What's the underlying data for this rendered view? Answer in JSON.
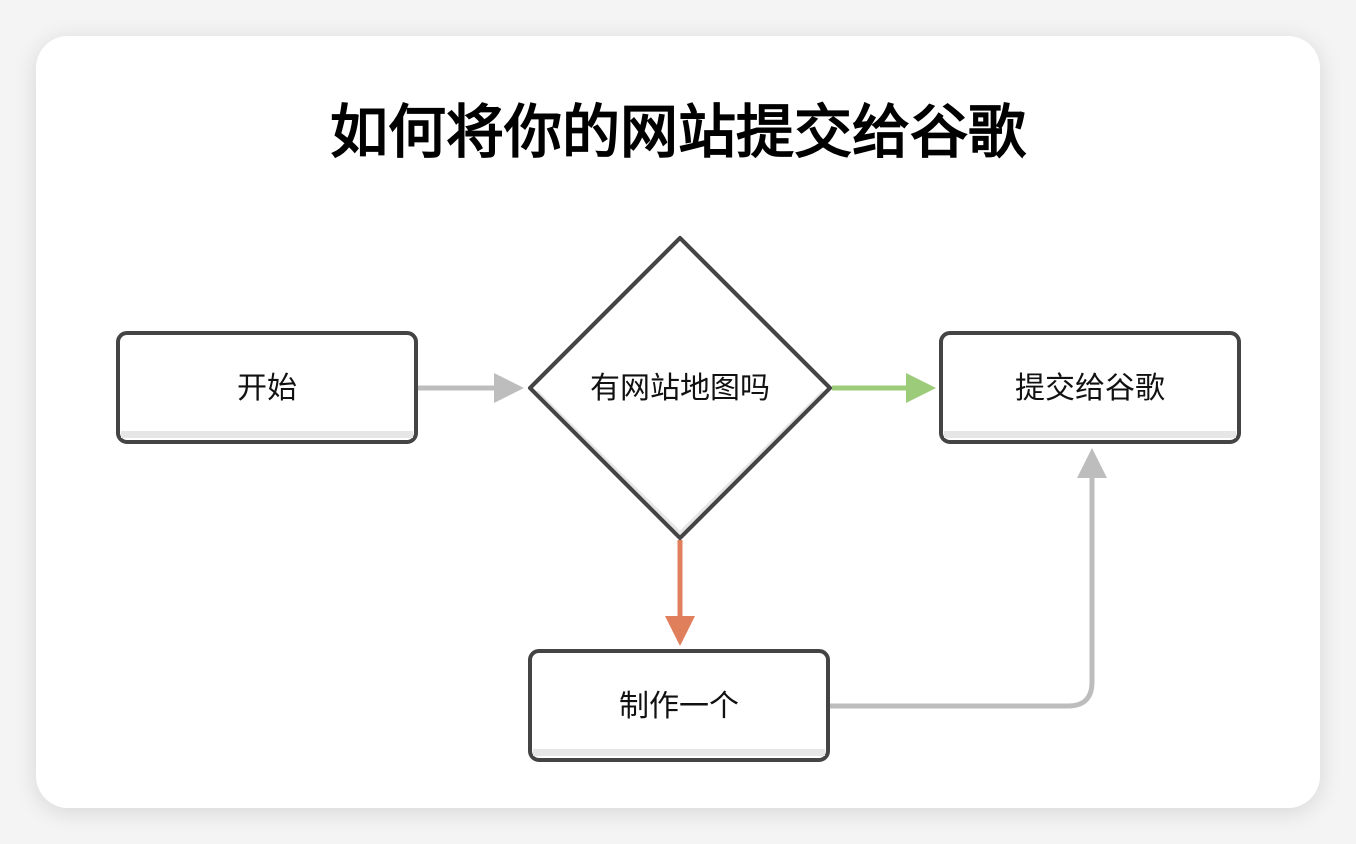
{
  "title": "如何将你的网站提交给谷歌",
  "nodes": {
    "start": "开始",
    "decision": "有网站地图吗",
    "submit": "提交给谷歌",
    "make": "制作一个"
  },
  "colors": {
    "border": "#444444",
    "gray_arrow": "#bdbdbd",
    "yes_arrow": "#9ccc7a",
    "no_arrow": "#e07f5c"
  }
}
